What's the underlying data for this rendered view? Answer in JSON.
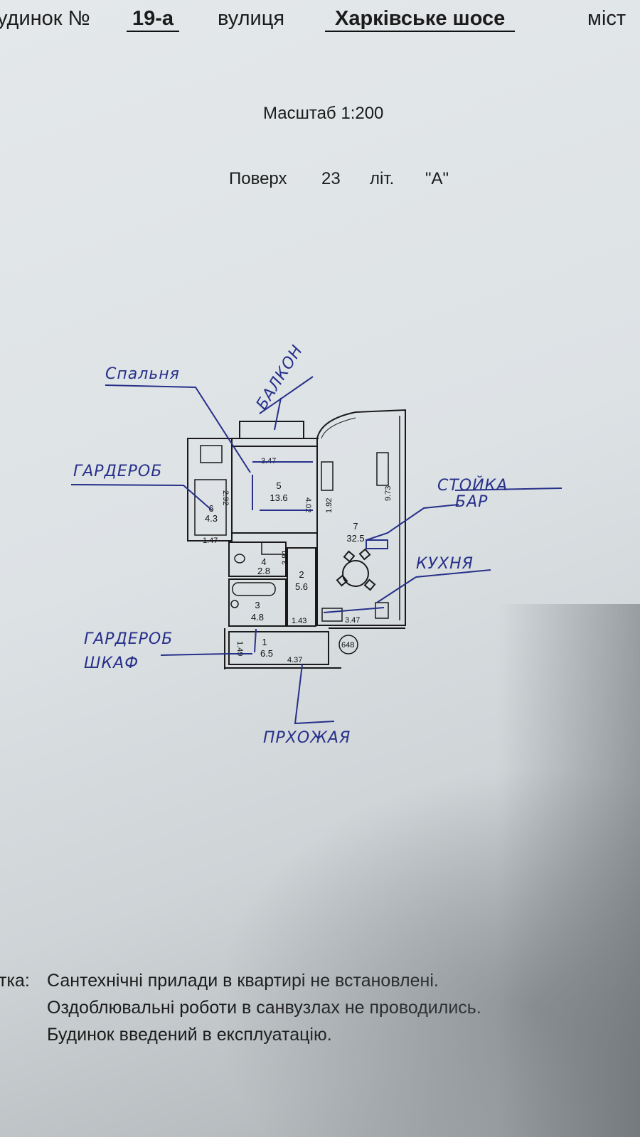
{
  "header": {
    "building_label": "удинок №",
    "building_number": "19-а",
    "street_label": "вулиця",
    "street_name": "Харківське шосе",
    "city_label": "міст"
  },
  "scale": "Масштаб 1:200",
  "floor": {
    "label": "Поверх",
    "number": "23",
    "lit_label": "літ.",
    "lit_value": "\"А\""
  },
  "plan": {
    "rooms": [
      {
        "number": "1",
        "area": "6.5"
      },
      {
        "number": "2",
        "area": "5.6"
      },
      {
        "number": "3",
        "area": "4.8"
      },
      {
        "number": "4",
        "area": "2.8"
      },
      {
        "number": "5",
        "area": "13.6"
      },
      {
        "number": "6",
        "area": "4.3"
      },
      {
        "number": "7",
        "area": "32.5"
      }
    ],
    "dimensions": {
      "bedroom_width": "3.47",
      "bedroom_depth": "4.02",
      "wardrobe_depth": "2.92",
      "wardrobe_width": "1.47",
      "kitchen_depth": "9.73",
      "kitchen_side": "1.92",
      "bath_depth": "3.81",
      "corridor_width": "1.43",
      "kitchen_width": "3.47",
      "hall_width": "4.37",
      "hall_depth": "1.49",
      "riser": "648"
    },
    "handwritten": {
      "bedroom": "Спальня",
      "balcony": "БАЛКОН",
      "wardrobe": "ГАРДЕРОБ",
      "bar_line1": "СТОЙКА",
      "bar_line2": "БАР",
      "kitchen": "КУХНЯ",
      "closet_line1": "ГАРДЕРОБ",
      "closet_line2": "ШКАФ",
      "hallway": "ПРХОЖАЯ"
    },
    "ink_color": "#27308a"
  },
  "notes": {
    "label": "тка:",
    "lines": [
      "Сантехнічні прилади в квартирі не встановлені.",
      "Оздоблювальні роботи в санвузлах не проводились.",
      "Будинок введений в експлуатацію."
    ]
  }
}
